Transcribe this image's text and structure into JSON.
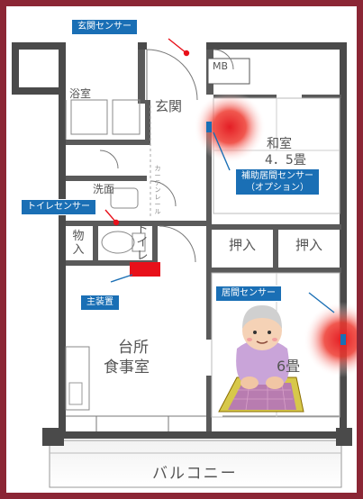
{
  "rooms": {
    "washitsu": "和室",
    "washitsu_size": "4．5畳",
    "genkan": "玄関",
    "yokushitsu": "浴室",
    "senmen": "洗面",
    "toilet": "トイレ",
    "mono": "物入",
    "oshiire_1": "押入",
    "oshiire_2": "押入",
    "kitchen_1": "台所",
    "kitchen_2": "食事室",
    "living_size": "6畳",
    "balcony": "バルコニー",
    "mb": "MB",
    "curtain": "カーテンレール"
  },
  "sensors": {
    "entrance": "玄関センサー",
    "toilet": "トイレセンサー",
    "main_unit": "主装置",
    "aux_line1": "補助居間センサー",
    "aux_line2": "（オプション）",
    "living": "居間センサー"
  },
  "colors": {
    "frame": "#8b2635",
    "label_bg": "#1a6fb5",
    "main_unit": "#e8101a",
    "sensor_glow": "#e41e25",
    "wall": "#4a4a4a"
  }
}
